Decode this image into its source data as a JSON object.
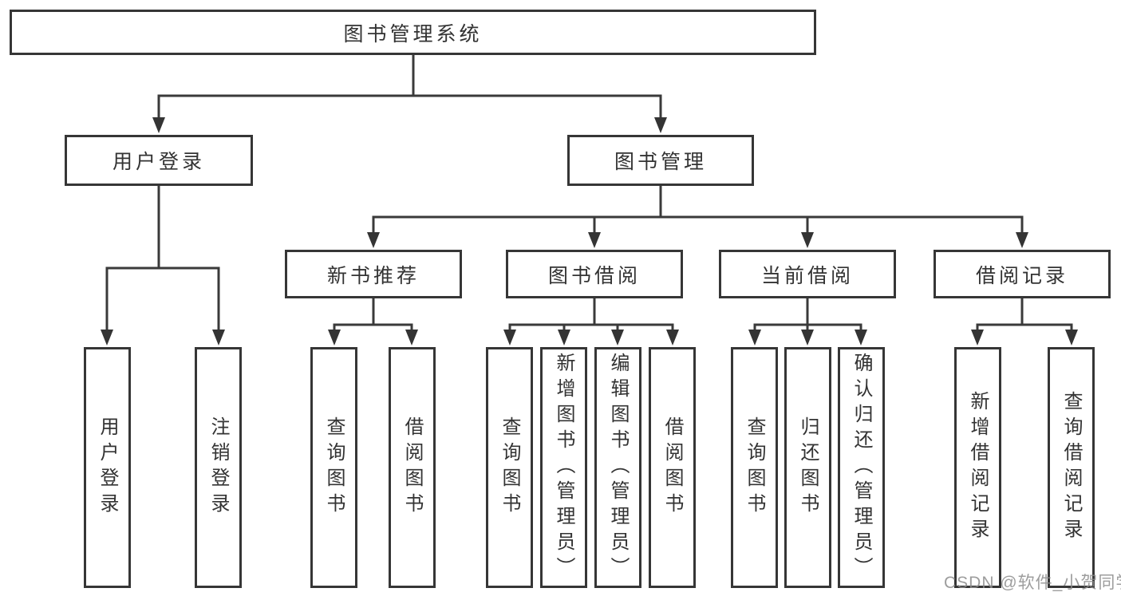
{
  "colors": {
    "line": "#3a3a3a",
    "box_border": "#363636",
    "text": "#333333",
    "background": "#ffffff",
    "watermark": "#8c8c8c"
  },
  "diagram": {
    "type": "hierarchy-tree",
    "nodes": {
      "root": {
        "label": "图书管理系统"
      },
      "user_login": {
        "label": "用户登录"
      },
      "book_mgmt": {
        "label": "图书管理"
      },
      "new_book_rec": {
        "label": "新书推荐"
      },
      "book_borrow": {
        "label": "图书借阅"
      },
      "current_borrow": {
        "label": "当前借阅"
      },
      "borrow_records": {
        "label": "借阅记录"
      },
      "leaf_user_login": {
        "label": "用户登录"
      },
      "leaf_logout": {
        "label": "注销登录"
      },
      "leaf_rec_query_book": {
        "label": "查询图书"
      },
      "leaf_rec_borrow_book": {
        "label": "借阅图书"
      },
      "leaf_bor_query_book": {
        "label": "查询图书"
      },
      "leaf_bor_add_book": {
        "label": "新增图书（管理员）"
      },
      "leaf_bor_edit_book": {
        "label": "编辑图书（管理员）"
      },
      "leaf_bor_borrow_book": {
        "label": "借阅图书"
      },
      "leaf_cur_query_book": {
        "label": "查询图书"
      },
      "leaf_cur_return_book": {
        "label": "归还图书"
      },
      "leaf_cur_confirm_return": {
        "label": "确认归还（管理员）"
      },
      "leaf_recd_add_record": {
        "label": "新增借阅记录"
      },
      "leaf_recd_query_record": {
        "label": "查询借阅记录"
      }
    },
    "hierarchy": {
      "root": [
        "user_login",
        "book_mgmt"
      ],
      "user_login": [
        "leaf_user_login",
        "leaf_logout"
      ],
      "book_mgmt": [
        "new_book_rec",
        "book_borrow",
        "current_borrow",
        "borrow_records"
      ],
      "new_book_rec": [
        "leaf_rec_query_book",
        "leaf_rec_borrow_book"
      ],
      "book_borrow": [
        "leaf_bor_query_book",
        "leaf_bor_add_book",
        "leaf_bor_edit_book",
        "leaf_bor_borrow_book"
      ],
      "current_borrow": [
        "leaf_cur_query_book",
        "leaf_cur_return_book",
        "leaf_cur_confirm_return"
      ],
      "borrow_records": [
        "leaf_recd_add_record",
        "leaf_recd_query_record"
      ]
    }
  },
  "watermark": {
    "text": "CSDN @软件_小贺同学"
  }
}
